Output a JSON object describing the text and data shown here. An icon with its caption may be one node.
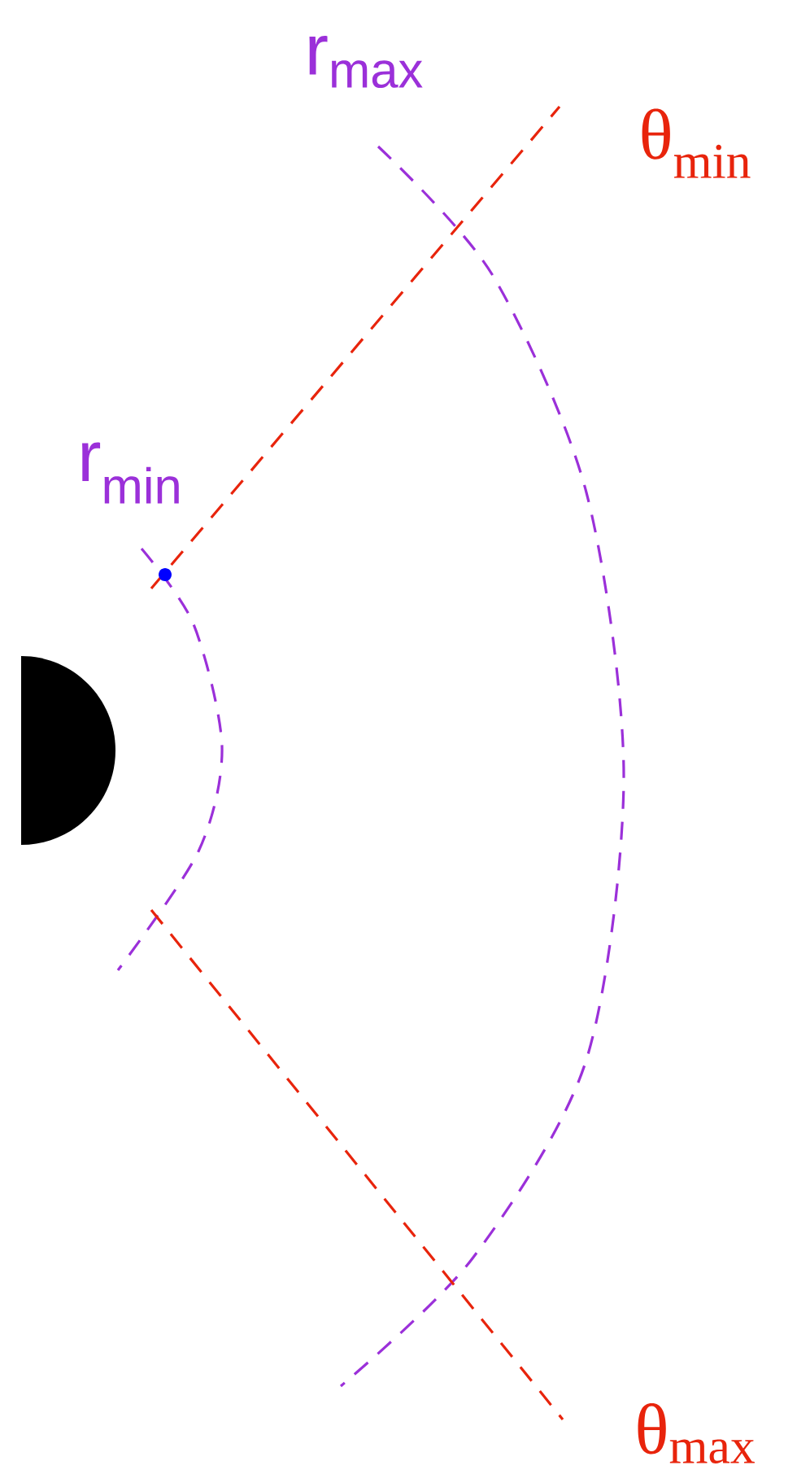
{
  "diagram": {
    "nodes": [
      {
        "text": [],
        "shape": "semicircle"
      }
    ],
    "labels": [
      "r$_{max}$",
      "θ$_{min}$",
      "r$_{min}$",
      "θ$_{max}$"
    ]
  }
}
